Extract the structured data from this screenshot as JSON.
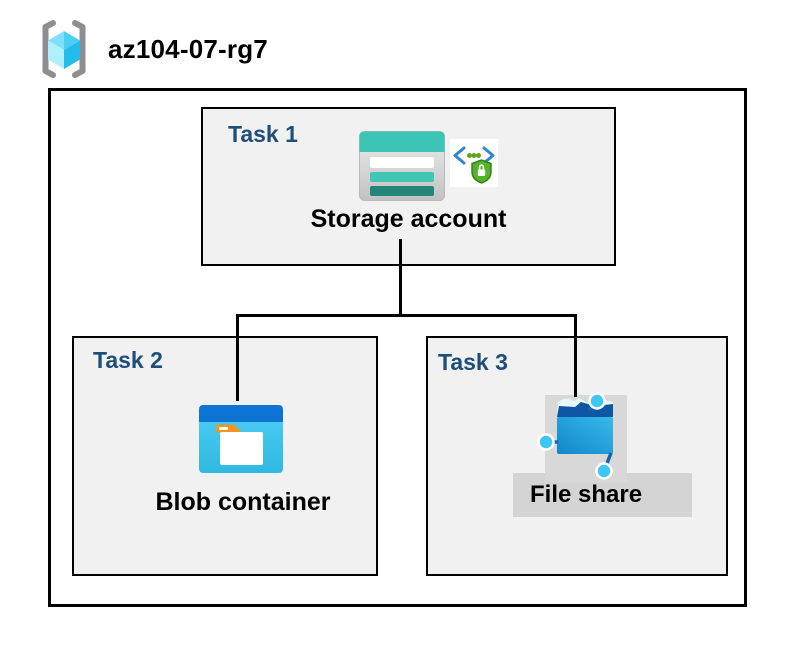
{
  "resource_group": {
    "title": "az104-07-rg7",
    "icon": "resource-group-icon"
  },
  "tasks": {
    "task1": {
      "label": "Task 1",
      "item": "Storage account",
      "icons": [
        "storage-account-icon",
        "secure-endpoint-icon"
      ]
    },
    "task2": {
      "label": "Task 2",
      "item": "Blob container",
      "icons": [
        "blob-container-icon"
      ]
    },
    "task3": {
      "label": "Task 3",
      "item": "File share",
      "icons": [
        "file-share-icon"
      ],
      "highlighted": true
    }
  },
  "connections": [
    {
      "from": "Storage account",
      "to": "Blob container"
    },
    {
      "from": "Storage account",
      "to": "File share"
    }
  ],
  "colors": {
    "task_label": "#1e4e79",
    "box_fill": "#f1f1f1",
    "border": "#000000",
    "highlight_gray": "#d4d4d4",
    "storage_teal": "#3cc4b4",
    "storage_teal_dark": "#268579",
    "blob_top_blue": "#0d74d4",
    "blob_cyan": "#3ac1ec",
    "folder_orange": "#f7941e",
    "file_share_dark_blue": "#0d57a5",
    "node_cyan": "#3ec7f3",
    "endpoint_chevron_blue": "#2d87d0",
    "endpoint_shield_green": "#56b22a",
    "rg_cube_cyan": "#4ad0f4",
    "rg_bracket_gray": "#8d8d92"
  }
}
